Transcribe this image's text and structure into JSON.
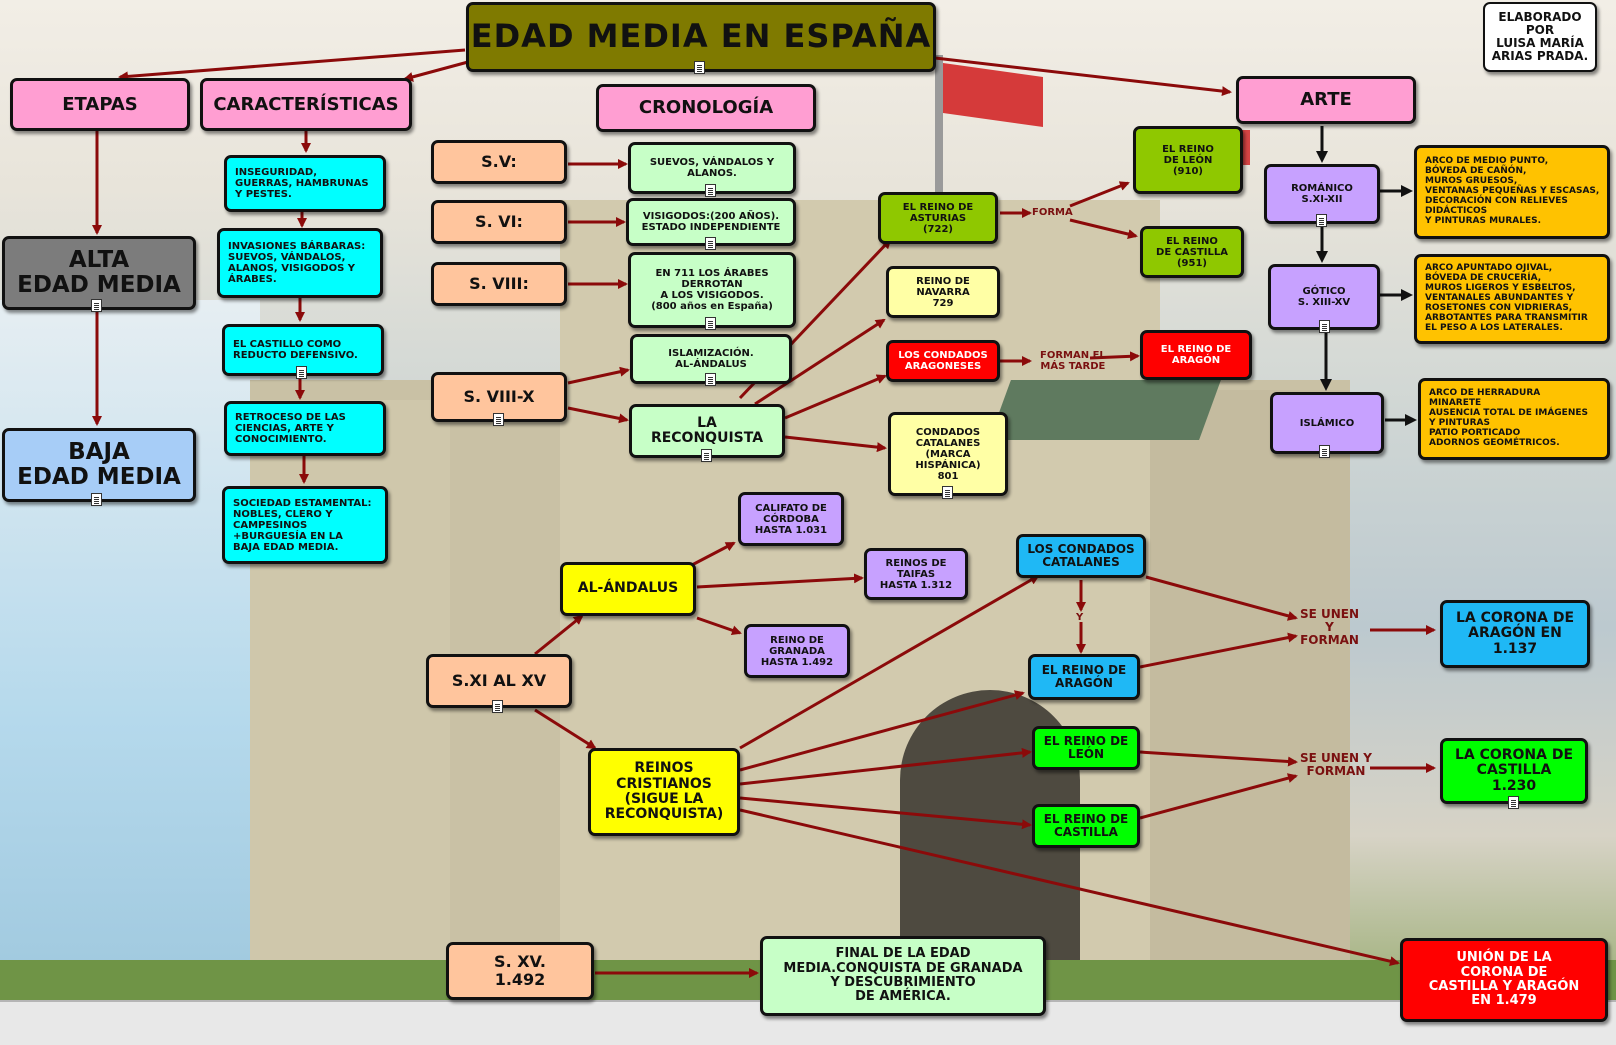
{
  "title": "EDAD MEDIA EN ESPAÑA",
  "author": "ELABORADO\nPOR\nLUISA MARÍA\nARIAS PRADA.",
  "sections": {
    "etapas": "ETAPAS",
    "caracteristicas": "CARACTERÍSTICAS",
    "cronologia": "CRONOLOGÍA",
    "arte": "ARTE"
  },
  "etapas": {
    "alta": "ALTA\nEDAD MEDIA",
    "baja": "BAJA\nEDAD MEDIA"
  },
  "caracteristicas": [
    "INSEGURIDAD,\nGUERRAS, HAMBRUNAS\nY PESTES.",
    "INVASIONES BÁRBARAS:\nSUEVOS, VÁNDALOS,\nALANOS, VISIGODOS  Y\nÁRABES.",
    "EL CASTILLO COMO\nREDUCTO DEFENSIVO.",
    "RETROCESO DE LAS\nCIENCIAS, ARTE Y\nCONOCIMIENTO.",
    "SOCIEDAD ESTAMENTAL:\nNOBLES, CLERO Y\nCAMPESINOS\n+BURGUESÍA EN LA\nBAJA EDAD MEDIA."
  ],
  "cronologia": {
    "s5": "S.V:",
    "s5_desc": "SUEVOS, VÁNDALOS Y\nALANOS.",
    "s6": "S. VI:",
    "s6_desc": "VISIGODOS:(200 AÑOS).\nESTADO INDEPENDIENTE",
    "s8": "S. VIII:",
    "s8_desc": "EN 711 LOS ÁRABES\nDERROTAN\nA LOS VISIGODOS.\n(800 años en España)",
    "s8_10": "S. VIII-X",
    "islam": "ISLAMIZACIÓN.\nAL-ÁNDALUS",
    "reconquista": "LA\nRECONQUISTA",
    "asturias": "EL REINO DE\nASTURIAS\n(722)",
    "forma": "FORMA",
    "leon910": "EL REINO\nDE LEÓN\n(910)",
    "castilla951": "EL REINO\nDE CASTILLA\n(951)",
    "navarra": "REINO DE\nNAVARRA\n729",
    "aragoneses": "LOS CONDADOS\nARAGONESES",
    "forman_mas_tarde": "FORMAN EL\nMÁS TARDE",
    "reino_aragon": "EL REINO DE\nARAGÓN",
    "catalanes801": "CONDADOS\nCATALANES\n(MARCA\nHISPÁNICA)\n801",
    "s11_15": "S.XI AL XV",
    "al_andalus": "AL-ÁNDALUS",
    "califato": "CALIFATO DE\nCÓRDOBA\nHASTA 1.031",
    "taifas": "REINOS DE\nTAIFAS\nHASTA 1.312",
    "granada": "REINO DE\nGRANADA\nHASTA 1.492",
    "reinos_cristianos": "REINOS\nCRISTIANOS\n(SIGUE LA\nRECONQUISTA)",
    "condados_catalanes": "LOS CONDADOS\nCATALANES",
    "y": "Y",
    "reino_aragon2": "EL REINO DE\nARAGÓN",
    "se_unen_1": "SE UNEN\nY\nFORMAN",
    "corona_aragon": "LA CORONA DE\nARAGÓN EN\n1.137",
    "reino_leon": "EL REINO DE\nLEÓN",
    "reino_castilla": "EL REINO DE\nCASTILLA",
    "se_unen_2": "SE UNEN Y\nFORMAN",
    "corona_castilla": "LA CORONA  DE\nCASTILLA\n1.230",
    "union": "UNIÓN DE LA\nCORONA DE\nCASTILLA Y ARAGÓN\nEN 1.479",
    "s15": "S. XV.\n1.492",
    "final": "FINAL DE LA EDAD\nMEDIA.CONQUISTA DE GRANADA\nY DESCUBRIMIENTO\nDE AMÉRICA."
  },
  "arte": {
    "romanico": "ROMÁNICO\nS.XI-XII",
    "romanico_desc": "ARCO DE MEDIO PUNTO,\nBÓVEDA DE CAÑÓN,\nMUROS GRUESOS,\nVENTANAS PEQUEÑAS Y ESCASAS,\nDECORACIÓN CON RELIEVES\nDIDÁCTICOS\nY PINTURAS MURALES.",
    "gotico": "GÓTICO\nS. XIII-XV",
    "gotico_desc": "ARCO APUNTADO OJIVAL,\nBÓVEDA DE CRUCERÍA,\nMUROS LIGEROS Y ESBELTOS,\nVENTANALES ABUNDANTES Y\nROSETONES CON VIDRIERAS,\nARBOTANTES PARA TRANSMITIR\n EL PESO A LOS LATERALES.",
    "islamico": "ISLÁMICO",
    "islamico_desc": "ARCO DE HERRADURA\nMINARETE\nAUSENCIA TOTAL DE IMÁGENES\nY PINTURAS\nPATIO PORTICADO\nADORNOS GEOMÉTRICOS."
  },
  "colors": {
    "arrow_red": "#8b0a0a",
    "arrow_black": "#111111"
  }
}
